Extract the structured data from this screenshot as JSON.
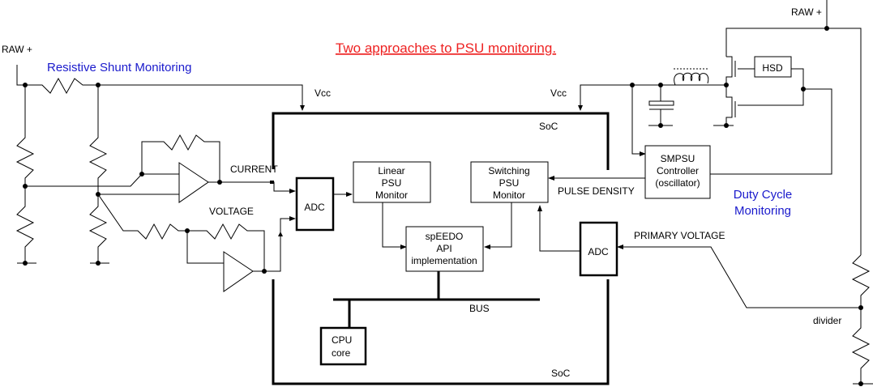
{
  "title": "Two approaches to PSU monitoring.",
  "colors": {
    "title": "#ee2222",
    "section_label": "#1a1acc",
    "wire": "#000000"
  },
  "sections": {
    "left": "Resistive Shunt Monitoring",
    "right_line1": "Duty Cycle",
    "right_line2": "Monitoring"
  },
  "labels": {
    "raw_left": "RAW +",
    "raw_right": "RAW +",
    "vcc_left": "Vcc",
    "vcc_right": "Vcc",
    "soc_top": "SoC",
    "soc_bottom": "SoC",
    "current": "CURRENT",
    "voltage": "VOLTAGE",
    "pulse_density": "PULSE DENSITY",
    "primary_voltage": "PRIMARY VOLTAGE",
    "bus": "BUS",
    "divider": "divider"
  },
  "blocks": {
    "adc_left": "ADC",
    "adc_right": "ADC",
    "linear_psu": [
      "Linear",
      "PSU",
      "Monitor"
    ],
    "switching_psu": [
      "Switching",
      "PSU",
      "Monitor"
    ],
    "api": [
      "spEEDO",
      "API",
      "implementation"
    ],
    "cpu": [
      "CPU",
      "core"
    ],
    "smpsu": [
      "SMPSU",
      "Controller",
      "(oscillator)"
    ],
    "hsd": "HSD"
  }
}
